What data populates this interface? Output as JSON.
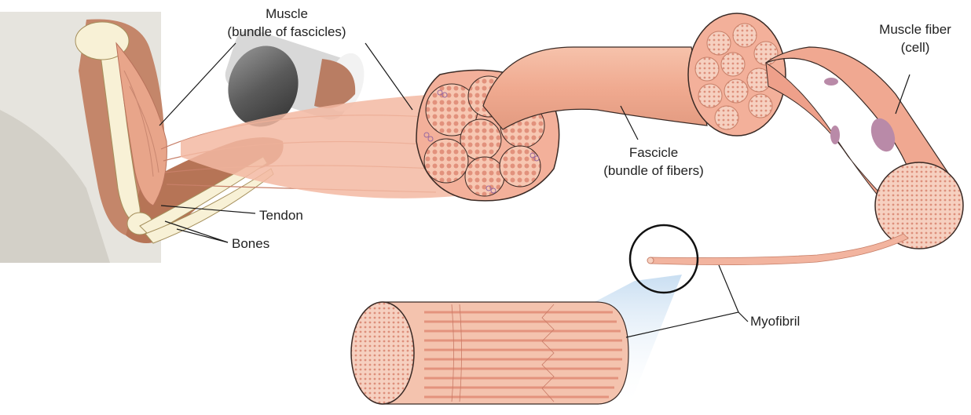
{
  "labels": {
    "muscle_line1": "Muscle",
    "muscle_line2": "(bundle of fascicles)",
    "fascicle_line1": "Fascicle",
    "fascicle_line2": "(bundle of fibers)",
    "fiber_line1": "Muscle fiber",
    "fiber_line2": "(cell)",
    "tendon": "Tendon",
    "bones": "Bones",
    "myofibril": "Myofibril"
  },
  "colors": {
    "muscle": "#f2b49a",
    "muscle_dark": "#d98a73",
    "fiber_dot": "#e0907a",
    "nucleus": "#b98aa8",
    "bone": "#f7f0d4",
    "skin": "#b8785a",
    "shirt": "#e8e6e0",
    "magnifier": "#c9dff2"
  }
}
